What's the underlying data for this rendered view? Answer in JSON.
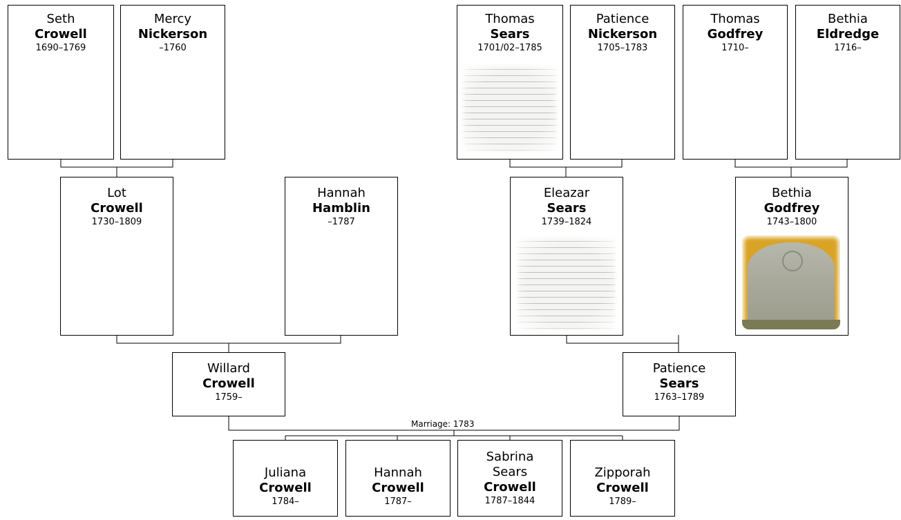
{
  "people": {
    "seth": {
      "given": "Seth",
      "surname": "Crowell",
      "dates": "1690–1769"
    },
    "mercy": {
      "given": "Mercy",
      "surname": "Nickerson",
      "dates": "–1760"
    },
    "thomas_sears": {
      "given": "Thomas",
      "surname": "Sears",
      "dates": "1701/02–1785"
    },
    "patience_nickerson": {
      "given": "Patience",
      "surname": "Nickerson",
      "dates": "1705–1783"
    },
    "thomas_godfrey": {
      "given": "Thomas",
      "surname": "Godfrey",
      "dates": "1710–"
    },
    "bethia_eldredge": {
      "given": "Bethia",
      "surname": "Eldredge",
      "dates": "1716–"
    },
    "lot": {
      "given": "Lot",
      "surname": "Crowell",
      "dates": "1730–1809"
    },
    "hannah_hamblin": {
      "given": "Hannah",
      "surname": "Hamblin",
      "dates": "–1787"
    },
    "eleazar": {
      "given": "Eleazar",
      "surname": "Sears",
      "dates": "1739–1824"
    },
    "bethia_godfrey": {
      "given": "Bethia",
      "surname": "Godfrey",
      "dates": "1743–1800"
    },
    "willard": {
      "given": "Willard",
      "surname": "Crowell",
      "dates": "1759–"
    },
    "patience_sears": {
      "given": "Patience",
      "surname": "Sears",
      "dates": "1763–1789"
    },
    "juliana": {
      "given": "Juliana",
      "surname": "Crowell",
      "dates": "1784–"
    },
    "hannah_crowell": {
      "given": "Hannah",
      "surname": "Crowell",
      "dates": "1787–"
    },
    "sabrina": {
      "given": "Sabrina\nSears",
      "surname": "Crowell",
      "dates": "1787–1844"
    },
    "zipporah": {
      "given": "Zipporah",
      "surname": "Crowell",
      "dates": "1789–"
    }
  },
  "marriage": {
    "label": "Marriage: 1783"
  },
  "colors": {
    "border": "#000000",
    "background": "#ffffff",
    "stone_bg": "#d9a425"
  }
}
